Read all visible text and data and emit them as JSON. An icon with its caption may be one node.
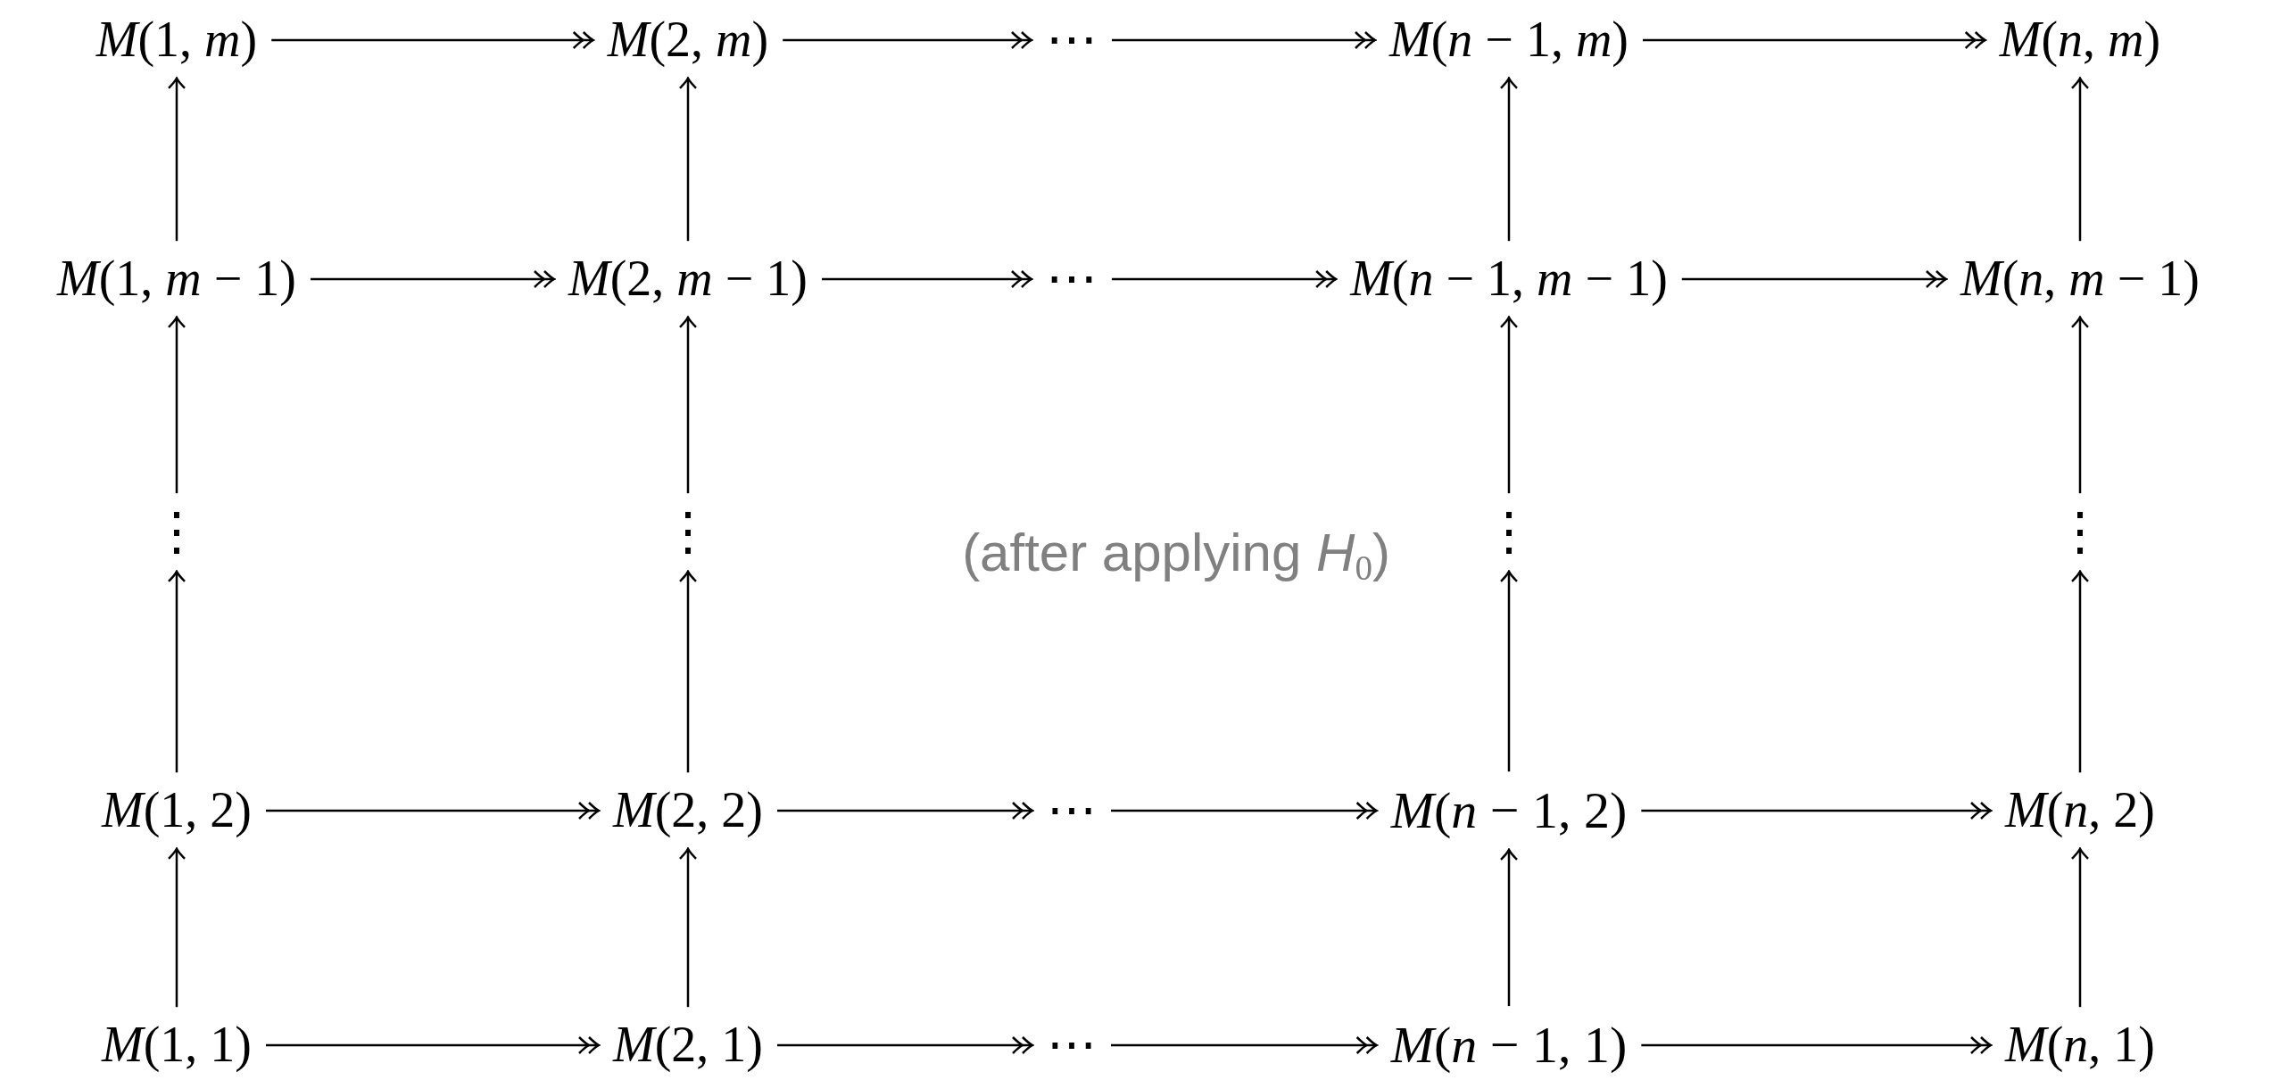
{
  "diagram": {
    "nodes": [
      {
        "text": [
          "*M*(1, *m*)"
        ]
      },
      {
        "text": [
          "*M*(2, *m*)"
        ]
      },
      {
        "text": [
          "⋯"
        ]
      },
      {
        "text": [
          "*M*(*n* − 1, *m*)"
        ]
      },
      {
        "text": [
          "*M*(*n*, *m*)"
        ]
      },
      {
        "text": [
          "*M*(1, *m* − 1)"
        ]
      },
      {
        "text": [
          "*M*(2, *m* − 1)"
        ]
      },
      {
        "text": [
          "⋯"
        ]
      },
      {
        "text": [
          "*M*(*n* − 1, *m* − 1)"
        ]
      },
      {
        "text": [
          "*M*(*n*, *m* − 1)"
        ]
      },
      {
        "text": [
          "⋮"
        ]
      },
      {
        "text": [
          "⋮"
        ]
      },
      {
        "text": [
          "⋮"
        ]
      },
      {
        "text": [
          "⋮"
        ]
      },
      {
        "text": [
          "*M*(1, 2)"
        ]
      },
      {
        "text": [
          "*M*(2, 2)"
        ]
      },
      {
        "text": [
          "⋯"
        ]
      },
      {
        "text": [
          "*M*(*n* − 1, 2)"
        ]
      },
      {
        "text": [
          "*M*(*n*, 2)"
        ]
      },
      {
        "text": [
          "*M*(1, 1)"
        ]
      },
      {
        "text": [
          "*M*(2, 1)"
        ]
      },
      {
        "text": [
          "⋯"
        ]
      },
      {
        "text": [
          "*M*(*n* − 1, 1)"
        ]
      },
      {
        "text": [
          "*M*(*n*, 1)"
        ]
      }
    ],
    "edges": [
      {
        "from": 0,
        "to": 1,
        "arrow": "to"
      },
      {
        "from": 1,
        "to": 2,
        "arrow": "to"
      },
      {
        "from": 2,
        "to": 3,
        "arrow": "to"
      },
      {
        "from": 3,
        "to": 4,
        "arrow": "to"
      },
      {
        "from": 5,
        "to": 6,
        "arrow": "to"
      },
      {
        "from": 6,
        "to": 7,
        "arrow": "to"
      },
      {
        "from": 7,
        "to": 8,
        "arrow": "to"
      },
      {
        "from": 8,
        "to": 9,
        "arrow": "to"
      },
      {
        "from": 14,
        "to": 15,
        "arrow": "to"
      },
      {
        "from": 15,
        "to": 16,
        "arrow": "to"
      },
      {
        "from": 16,
        "to": 17,
        "arrow": "to"
      },
      {
        "from": 17,
        "to": 18,
        "arrow": "to"
      },
      {
        "from": 19,
        "to": 20,
        "arrow": "to"
      },
      {
        "from": 20,
        "to": 21,
        "arrow": "to"
      },
      {
        "from": 21,
        "to": 22,
        "arrow": "to"
      },
      {
        "from": 22,
        "to": 23,
        "arrow": "to"
      },
      {
        "from": 19,
        "to": 14,
        "arrow": "to"
      },
      {
        "from": 14,
        "to": 10,
        "arrow": "to"
      },
      {
        "from": 10,
        "to": 5,
        "arrow": "to"
      },
      {
        "from": 5,
        "to": 0,
        "arrow": "to"
      },
      {
        "from": 20,
        "to": 15,
        "arrow": "to"
      },
      {
        "from": 15,
        "to": 11,
        "arrow": "to"
      },
      {
        "from": 11,
        "to": 6,
        "arrow": "to"
      },
      {
        "from": 6,
        "to": 1,
        "arrow": "to"
      },
      {
        "from": 22,
        "to": 17,
        "arrow": "to"
      },
      {
        "from": 17,
        "to": 12,
        "arrow": "to"
      },
      {
        "from": 12,
        "to": 8,
        "arrow": "to"
      },
      {
        "from": 8,
        "to": 3,
        "arrow": "to"
      },
      {
        "from": 23,
        "to": 18,
        "arrow": "to"
      },
      {
        "from": 18,
        "to": 13,
        "arrow": "to"
      },
      {
        "from": 13,
        "to": 9,
        "arrow": "to"
      },
      {
        "from": 9,
        "to": 4,
        "arrow": "to"
      }
    ],
    "labels": [
      "(after applying *H*$_{0}$)"
    ]
  }
}
